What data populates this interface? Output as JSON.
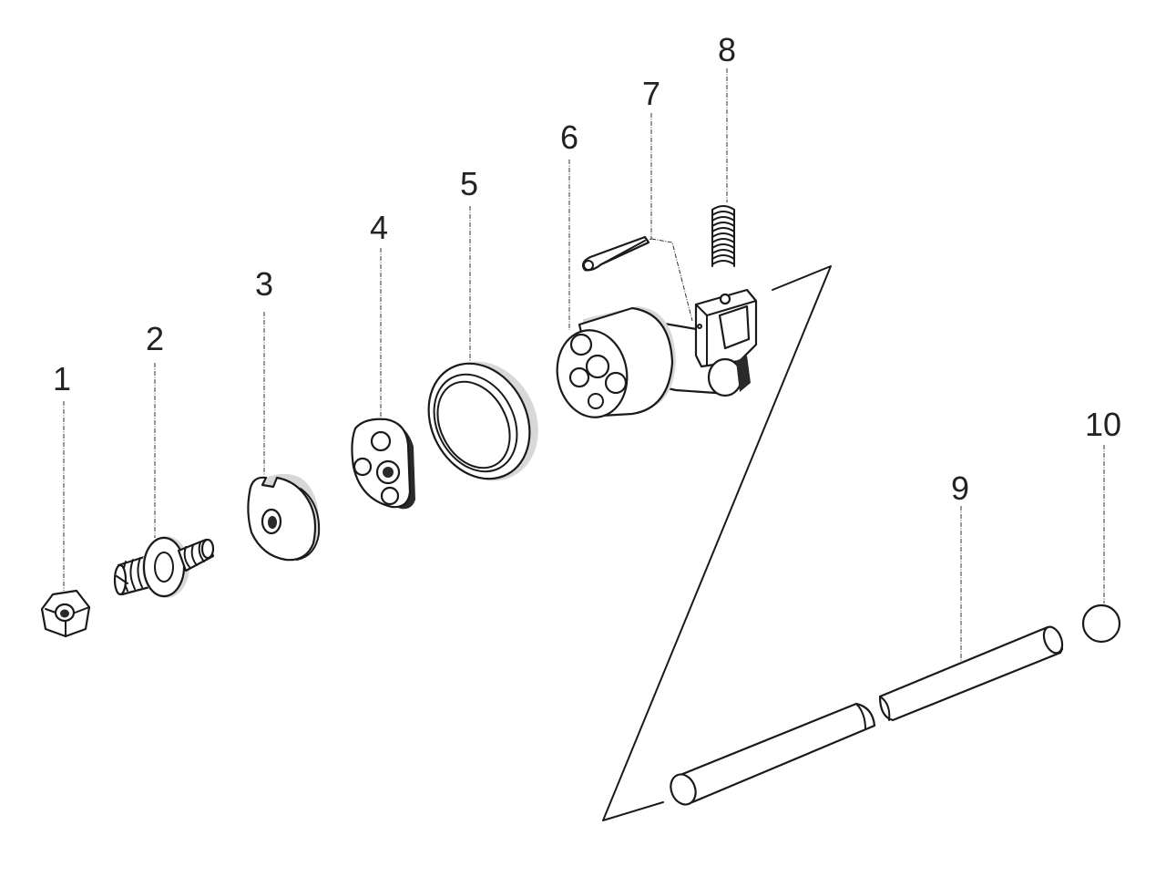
{
  "diagram": {
    "parts": [
      {
        "id": "p1",
        "label": "1",
        "icon": "hex-nut-icon"
      },
      {
        "id": "p2",
        "label": "2",
        "icon": "stud-screw-icon"
      },
      {
        "id": "p3",
        "label": "3",
        "icon": "cam-disc-icon"
      },
      {
        "id": "p4",
        "label": "4",
        "icon": "eccentric-plate-icon"
      },
      {
        "id": "p5",
        "label": "5",
        "icon": "ring-collar-icon"
      },
      {
        "id": "p6",
        "label": "6",
        "icon": "crank-housing-icon"
      },
      {
        "id": "p7",
        "label": "7",
        "icon": "split-pin-icon"
      },
      {
        "id": "p8",
        "label": "8",
        "icon": "coil-spring-icon"
      },
      {
        "id": "p9",
        "label": "9",
        "icon": "shaft-rod-icon"
      },
      {
        "id": "p10",
        "label": "10",
        "icon": "ball-icon"
      }
    ]
  }
}
